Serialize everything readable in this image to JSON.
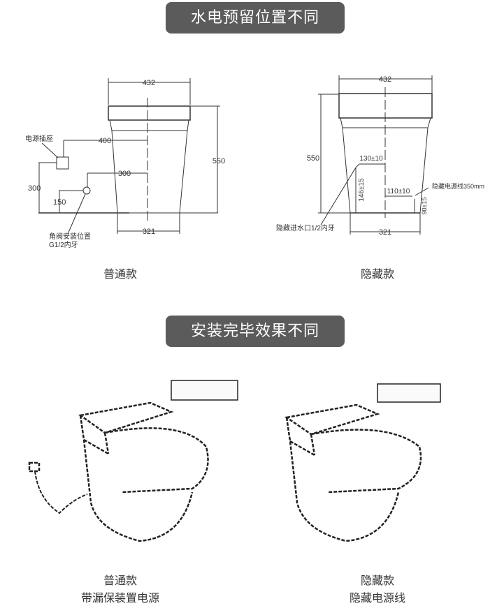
{
  "section1": {
    "title": "水电预留位置不同"
  },
  "section2": {
    "title": "安装完毕效果不同"
  },
  "standard_drawing": {
    "width_top": "432",
    "height": "550",
    "socket_label": "电源插座",
    "socket_offset": "400",
    "valve_offset": "300",
    "socket_height": "300",
    "valve_height": "150",
    "width_bottom": "321",
    "valve_label": "角阀安装位置",
    "valve_thread": "G1/2内牙",
    "caption": "普通款"
  },
  "concealed_drawing": {
    "width_top": "432",
    "height": "550",
    "inlet_offset": "130±10",
    "inlet_height": "146±15",
    "power_offset": "110±10",
    "power_height": "90±15",
    "power_label": "隐藏电源线350mm",
    "inlet_label": "隐藏进水口1/2内牙",
    "width_bottom": "321",
    "caption": "隐藏款"
  },
  "standard_product": {
    "caption": "普通款",
    "subcaption": "带漏保装置电源"
  },
  "concealed_product": {
    "caption": "隐藏款",
    "subcaption": "隐藏电源线"
  }
}
